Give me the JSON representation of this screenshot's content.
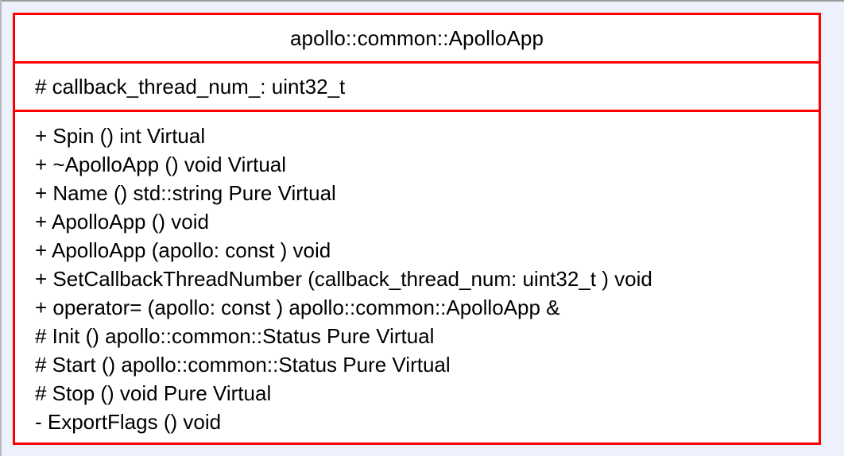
{
  "class": {
    "name": "apollo::common::ApolloApp",
    "attributes": [
      "# callback_thread_num_: uint32_t"
    ],
    "operations": [
      "+ Spin () int Virtual",
      "+ ~ApolloApp () void Virtual",
      "+ Name () std::string Pure Virtual",
      "+ ApolloApp () void",
      "+ ApolloApp (apollo: const ) void",
      "+ SetCallbackThreadNumber (callback_thread_num: uint32_t ) void",
      "+ operator= (apollo: const ) apollo::common::ApolloApp &",
      "# Init () apollo::common::Status Pure Virtual",
      "# Start () apollo::common::Status Pure Virtual",
      "# Stop () void Pure Virtual",
      "- ExportFlags () void"
    ]
  },
  "colors": {
    "border": "#FF0000",
    "background": "#ECF1FB",
    "box_fill": "#FFFFFF",
    "text": "#000000"
  }
}
